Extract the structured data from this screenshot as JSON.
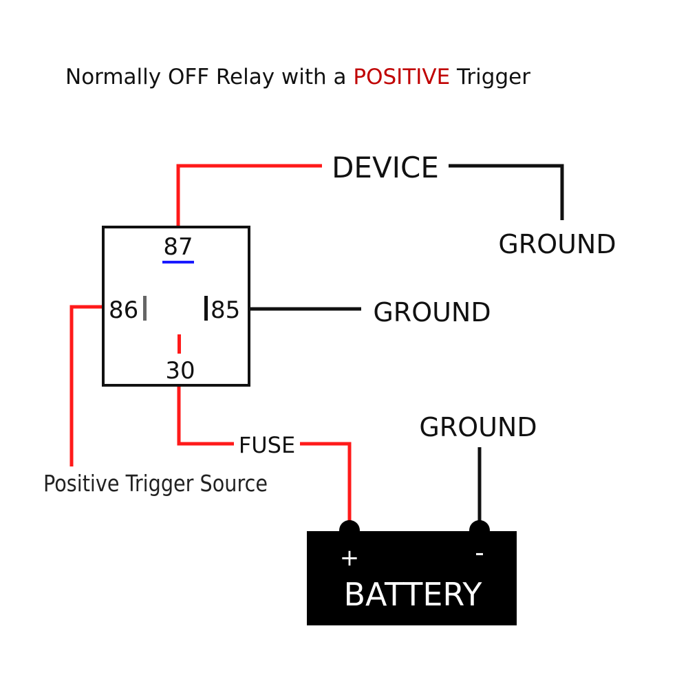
{
  "title": {
    "prefix": "Normally OFF Relay with a ",
    "highlight": "POSITIVE",
    "suffix": " Trigger",
    "highlight_color": "#c00000"
  },
  "labels": {
    "device": "DEVICE",
    "ground_device": "GROUND",
    "ground_relay": "GROUND",
    "ground_battery": "GROUND",
    "fuse": "FUSE",
    "trigger_source": "Positive Trigger Source"
  },
  "relay": {
    "pin_87": "87",
    "pin_86": "86",
    "pin_85": "85",
    "pin_30": "30"
  },
  "battery": {
    "plus": "+",
    "minus": "-",
    "label": "BATTERY"
  },
  "colors": {
    "positive_wire": "#ff1a1a",
    "ground_wire": "#111111",
    "pin87_underline": "#1a1aff",
    "battery_fill": "#000000"
  }
}
